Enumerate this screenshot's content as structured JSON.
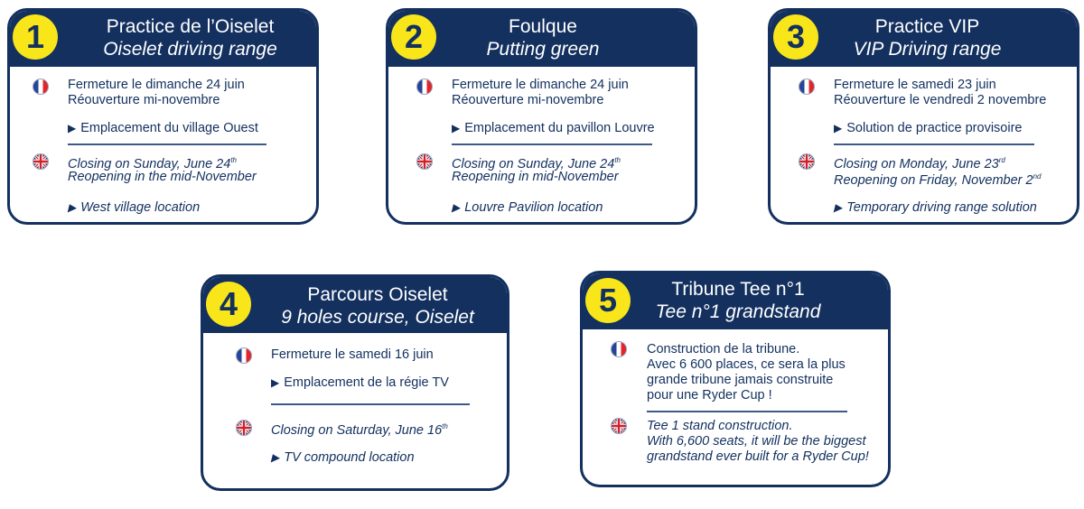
{
  "cards": [
    {
      "number": "1",
      "title_fr": "Practice de l’Oiselet",
      "title_en": "Oiselet driving range",
      "fr_lines": [
        "Fermeture le dimanche 24 juin",
        "Réouverture mi-novembre"
      ],
      "fr_location": "Emplacement du village Ouest",
      "en_line1": "Closing on Sunday, June 24",
      "en_line1_sup": "th",
      "en_line2": "Reopening in the mid-November",
      "en_location": "West village location"
    },
    {
      "number": "2",
      "title_fr": "Foulque",
      "title_en": "Putting green",
      "fr_lines": [
        "Fermeture le dimanche 24 juin",
        "Réouverture mi-novembre"
      ],
      "fr_location": "Emplacement du pavillon Louvre",
      "en_line1": "Closing on Sunday, June 24",
      "en_line1_sup": "th",
      "en_line2": "Reopening in mid-November",
      "en_location": "Louvre Pavilion location"
    },
    {
      "number": "3",
      "title_fr": "Practice VIP",
      "title_en": "VIP Driving range",
      "fr_lines": [
        "Fermeture le samedi 23 juin",
        "Réouverture le vendredi 2 novembre"
      ],
      "fr_location": "Solution de practice provisoire",
      "en_line1": "Closing on Monday, June 23",
      "en_line1_sup": "rd",
      "en_line2": "Reopening on Friday, November 2",
      "en_line2_sup": "nd",
      "en_location": "Temporary driving range solution"
    },
    {
      "number": "4",
      "title_fr": "Parcours Oiselet",
      "title_en": "9 holes course, Oiselet",
      "fr_lines": [
        "Fermeture le samedi 16 juin"
      ],
      "fr_location": "Emplacement de la régie TV",
      "en_line1": "Closing on Saturday, June 16",
      "en_line1_sup": "th",
      "en_location": "TV compound location"
    },
    {
      "number": "5",
      "title_fr": "Tribune Tee n°1",
      "title_en": "Tee n°1 grandstand",
      "fr_lines": [
        "Construction de la tribune.",
        "Avec 6 600 places, ce sera la plus",
        "grande tribune jamais construite",
        "pour une Ryder Cup !"
      ],
      "en_lines": [
        "Tee 1 stand construction.",
        "With 6,600 seats, it will be the biggest",
        "grandstand ever built for a Ryder Cup!"
      ]
    }
  ],
  "colors": {
    "navy": "#13305f",
    "badge_yellow": "#f8e51a",
    "text": "#12305e"
  },
  "icons": {
    "fr_flag": "france-flag-icon",
    "en_flag": "uk-flag-icon",
    "bullet": "triangle-right-icon"
  }
}
